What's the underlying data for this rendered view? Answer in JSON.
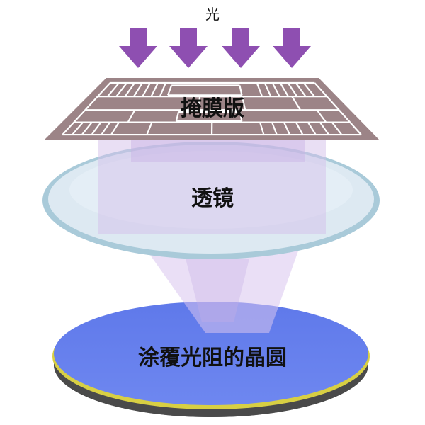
{
  "labels": {
    "light": "光",
    "mask": "掩膜版",
    "lens": "透镜",
    "wafer": "涂覆光阻的晶圆"
  },
  "colors": {
    "arrow": "#8e4fb1",
    "mask_fill": "#9c8487",
    "mask_lines": "#ffffff",
    "beam": "#dcc7ee",
    "lens_fill": "#dde9f2",
    "lens_rim": "#a9cad9",
    "wafer_top": "#6a82ec",
    "wafer_ring": "#d8cf43",
    "wafer_side": "#505050"
  }
}
